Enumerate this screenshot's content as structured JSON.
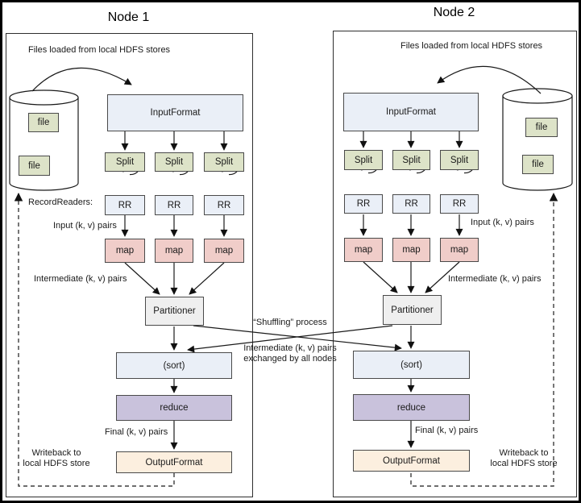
{
  "colors": {
    "box_blue": "#eaeff7",
    "box_green": "#dde3c8",
    "box_pink": "#f0cdc9",
    "box_gray": "#efefef",
    "box_purple": "#c9c2dc",
    "box_peach": "#fcefdf",
    "border_dark": "#4a4a4a",
    "line": "#1a1a1a"
  },
  "nodes": [
    {
      "title": "Node 1"
    },
    {
      "title": "Node 2"
    }
  ],
  "labels": {
    "files_loaded": "Files loaded from local HDFS stores",
    "record_readers": "RecordReaders:",
    "input_pairs": "Input (k, v) pairs",
    "intermediate_pairs": "Intermediate (k, v) pairs",
    "final_pairs": "Final (k, v) pairs",
    "writeback": "Writeback to local HDFS store",
    "shuffling_process": "“Shuffling” process",
    "shuffle_note": "Intermediate (k, v) pairs exchanged by all nodes"
  },
  "boxes": {
    "input_format": "InputFormat",
    "split": "Split",
    "record_reader": "RR",
    "map": "map",
    "partitioner": "Partitioner",
    "sort": "(sort)",
    "reduce": "reduce",
    "output_format": "OutputFormat",
    "file": "file"
  }
}
